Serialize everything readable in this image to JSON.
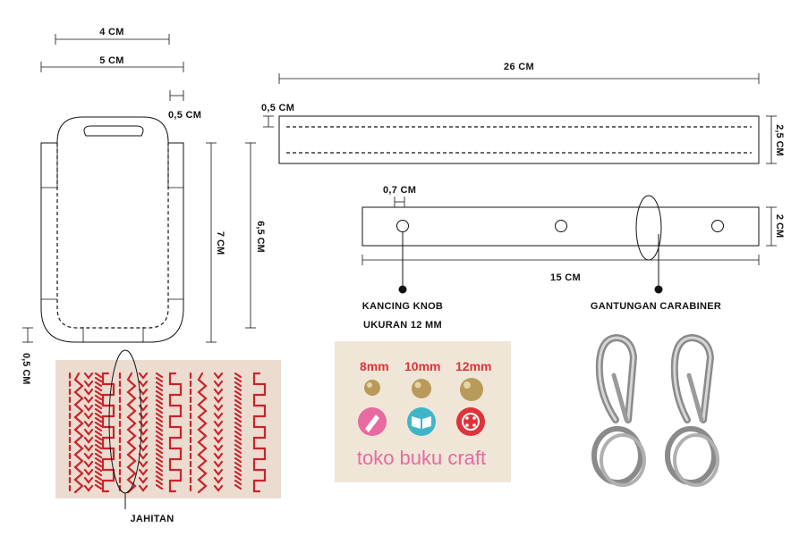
{
  "dimensions": {
    "width_4cm": "4 CM",
    "width_5cm": "5 CM",
    "seam_05": "0,5 CM",
    "height_7cm": "7 CM",
    "height_65cm": "6,5 CM",
    "bottom_05": "0,5 CM",
    "strap_length": "26 CM",
    "strap_margin": "0,5 CM",
    "strap_width": "2,5 CM",
    "tab_hole": "0,7 CM",
    "tab_width": "2 CM",
    "tab_length": "15 CM"
  },
  "labels": {
    "knob_line1": "KANCING KNOB",
    "knob_line2": "UKURAN 12 MM",
    "carabiner": "GANTUNGAN CARABINER",
    "stitches": "JAHITAN"
  },
  "photo_buttons": {
    "size_8": "8mm",
    "size_10": "10mm",
    "size_12": "12mm",
    "brand": "toko buku craft"
  },
  "colors": {
    "stitch_red": "#c8242b",
    "fabric": "#ecdcd0",
    "brass": "#b89a5a",
    "steel": "#9a9a9a"
  }
}
